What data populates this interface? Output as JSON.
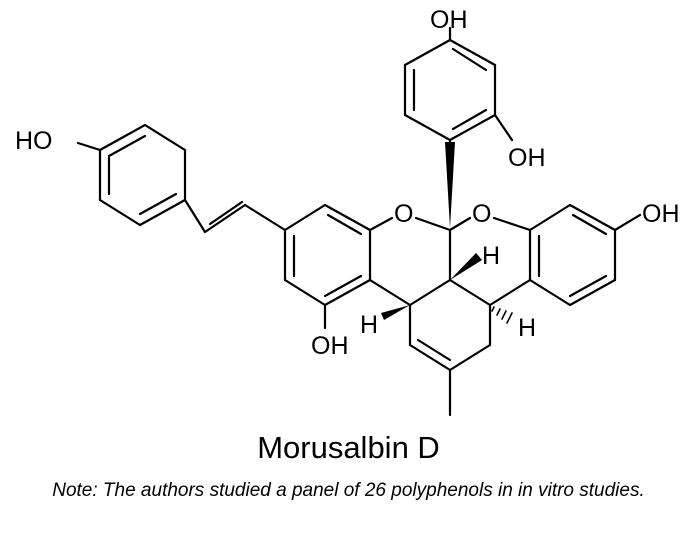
{
  "compound_name": "Morusalbin D",
  "note": "Note: The authors studied a panel of 26 polyphenols in in vitro studies.",
  "atom_labels": {
    "oh_top": "OH",
    "oh_aryl_2": "OH",
    "oh_left": "HO",
    "oh_right": "OH",
    "oh_bottom": "OH",
    "o_left": "O",
    "o_right": "O",
    "h_center": "H",
    "h_right": "H",
    "h_left": "H"
  }
}
